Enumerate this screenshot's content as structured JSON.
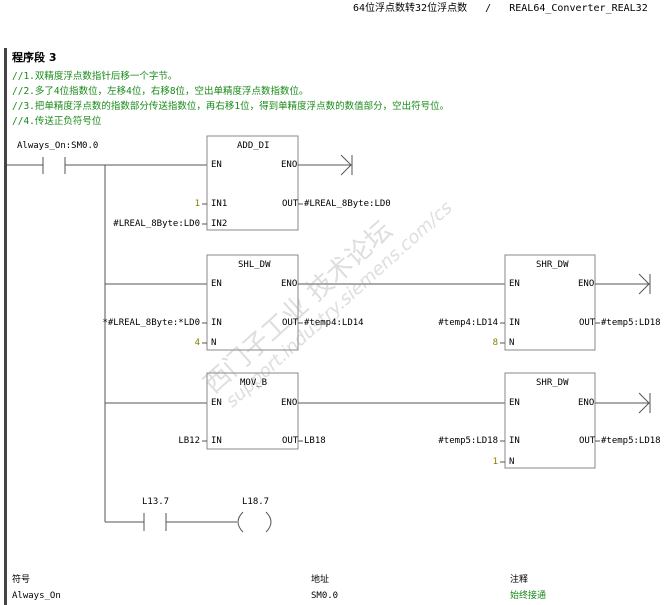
{
  "header": {
    "title": "64位浮点数转32位浮点数",
    "separator": "/",
    "pou_name": "REAL64_Converter_REAL32"
  },
  "network": {
    "title": "程序段 3",
    "comments": [
      "//1.双精度浮点数指针后移一个字节。",
      "//2.多了4位指数位，左移4位，右移8位，空出单精度浮点数指数位。",
      "//3.把单精度浮点数的指数部分传送指数位，再右移1位，得到单精度浮点数的数值部分，空出符号位。",
      "//4.传送正负符号位"
    ],
    "contact_main": "Always_On:SM0.0",
    "blocks": {
      "add_di": {
        "name": "ADD_DI",
        "en": "EN",
        "eno": "ENO",
        "in1": "IN1",
        "in2": "IN2",
        "out": "OUT",
        "in1_val": "1",
        "in2_val": "#LREAL_8Byte:LD0",
        "out_val": "#LREAL_8Byte:LD0"
      },
      "shl_dw": {
        "name": "SHL_DW",
        "en": "EN",
        "eno": "ENO",
        "in": "IN",
        "n": "N",
        "out": "OUT",
        "in_val": "*#LREAL_8Byte:*LD0",
        "n_val": "4",
        "out_val": "#temp4:LD14"
      },
      "shr_dw1": {
        "name": "SHR_DW",
        "en": "EN",
        "eno": "ENO",
        "in": "IN",
        "n": "N",
        "out": "OUT",
        "in_val": "#temp4:LD14",
        "n_val": "8",
        "out_val": "#temp5:LD18"
      },
      "mov_b": {
        "name": "MOV_B",
        "en": "EN",
        "eno": "ENO",
        "in": "IN",
        "out": "OUT",
        "in_val": "LB12",
        "out_val": "LB18"
      },
      "shr_dw2": {
        "name": "SHR_DW",
        "en": "EN",
        "eno": "ENO",
        "in": "IN",
        "n": "N",
        "out": "OUT",
        "in_val": "#temp5:LD18",
        "n_val": "1",
        "out_val": "#temp5:LD18"
      }
    },
    "contact_l137": "L13.7",
    "coil_l187": "L18.7"
  },
  "symbol_table": {
    "headers": {
      "symbol": "符号",
      "address": "地址",
      "comment": "注释"
    },
    "rows": [
      {
        "symbol": "Always_On",
        "address": "SM0.0",
        "comment": "始终接通"
      }
    ]
  },
  "watermark": {
    "line1": "西门子工业 技术论坛",
    "line2": "support.industry.siemens.com/cs"
  }
}
